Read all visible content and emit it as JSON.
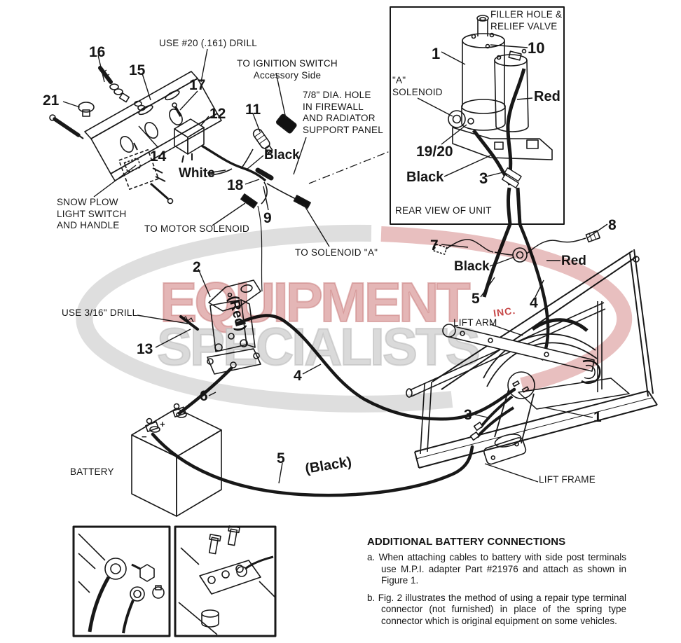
{
  "callouts": {
    "n16": "16",
    "n15": "15",
    "n21": "21",
    "n17": "17",
    "n12": "12",
    "n11": "11",
    "n14": "14",
    "n18": "18",
    "n9": "9",
    "n2": "2",
    "n13": "13",
    "n6": "6",
    "n4_center": "4",
    "n5_bottom": "5",
    "n8": "8",
    "n7": "7",
    "n5_mid": "5",
    "n4_mid": "4",
    "n3_lift": "3",
    "n1_lift": "1"
  },
  "texts": {
    "use_20_drill": "USE #20 (.161) DRILL",
    "to_ignition": "TO IGNITION SWITCH\nAccessory Side",
    "firewall_hole": "7/8\" DIA. HOLE\nIN FIREWALL\nAND RADIATOR\nSUPPORT PANEL",
    "black_top": "Black",
    "white": "White",
    "snow_plow": "SNOW PLOW\nLIGHT SWITCH\nAND HANDLE",
    "to_motor_solenoid": "TO MOTOR SOLENOID",
    "to_solenoid_a": "TO SOLENOID \"A\"",
    "use_316_drill": "USE 3/16\" DRILL",
    "red_rotated": "(Red)",
    "black_rotated": "(Black)",
    "black_mid": "Black",
    "red_mid": "Red",
    "lift_arm": "LIFT ARM",
    "lift_frame": "LIFT FRAME",
    "battery": "BATTERY",
    "battery_plus": "+",
    "battery_minus": "−"
  },
  "rear_view": {
    "filler": "FILLER HOLE &\nRELIEF VALVE",
    "n1": "1",
    "n10": "10",
    "a_solenoid": "\"A\"\nSOLENOID",
    "red": "Red",
    "n19_20": "19/20",
    "black": "Black",
    "n3": "3",
    "caption": "REAR VIEW OF UNIT"
  },
  "watermark": {
    "word1": "EQUIPMENT",
    "word2": "SPECIALISTS",
    "inc": "INC.",
    "pink": "#e2b0b0",
    "gray": "#d8d8d8",
    "red_text": "#c64747"
  },
  "notes": {
    "title": "ADDITIONAL BATTERY CONNECTIONS",
    "items": [
      {
        "prefix": "a.",
        "text": "When attaching cables to battery with side post terminals use M.P.I. adapter Part #21976 and attach as shown in Figure 1."
      },
      {
        "prefix": "b.",
        "text": "Fig. 2 illustrates the method of using a repair type terminal connector (not furnished) in place of the spring type connector which is original equipment on some vehicles."
      }
    ]
  }
}
